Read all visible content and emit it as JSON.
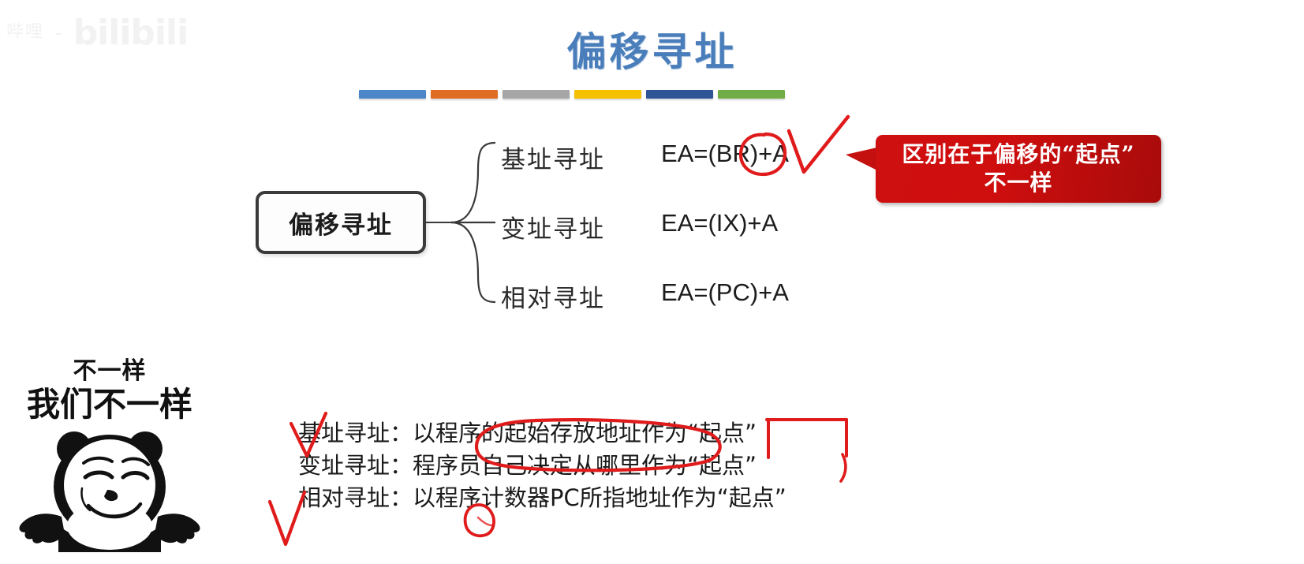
{
  "watermark": {
    "cn": "哔哩",
    "dash": "-",
    "brand": "bilibili"
  },
  "slide": {
    "title": "偏移寻址"
  },
  "colorbars": {
    "colors": [
      "#4a86c8",
      "#e06d24",
      "#a6a6a6",
      "#f5c000",
      "#2f5597",
      "#70ad47"
    ]
  },
  "mindmap": {
    "root": "偏移寻址",
    "branches": [
      {
        "label": "基址寻址",
        "formula": "EA=(BR)+A"
      },
      {
        "label": "变址寻址",
        "formula": "EA=(IX)+A"
      },
      {
        "label": "相对寻址",
        "formula": "EA=(PC)+A"
      }
    ]
  },
  "callout": {
    "line1": "区别在于偏移的“起点”",
    "line2": "不一样",
    "bg_color": "#cf1010"
  },
  "meme": {
    "line1": "不一样",
    "line2": "我们不一样"
  },
  "explanation": {
    "lines": [
      "基址寻址：以程序的起始存放地址作为“起点”",
      "变址寻址：程序员自己决定从哪里作为“起点”",
      "相对寻址：以程序计数器PC所指地址作为“起点”"
    ]
  },
  "annotations": {
    "ink_color": "#e01b1b"
  }
}
